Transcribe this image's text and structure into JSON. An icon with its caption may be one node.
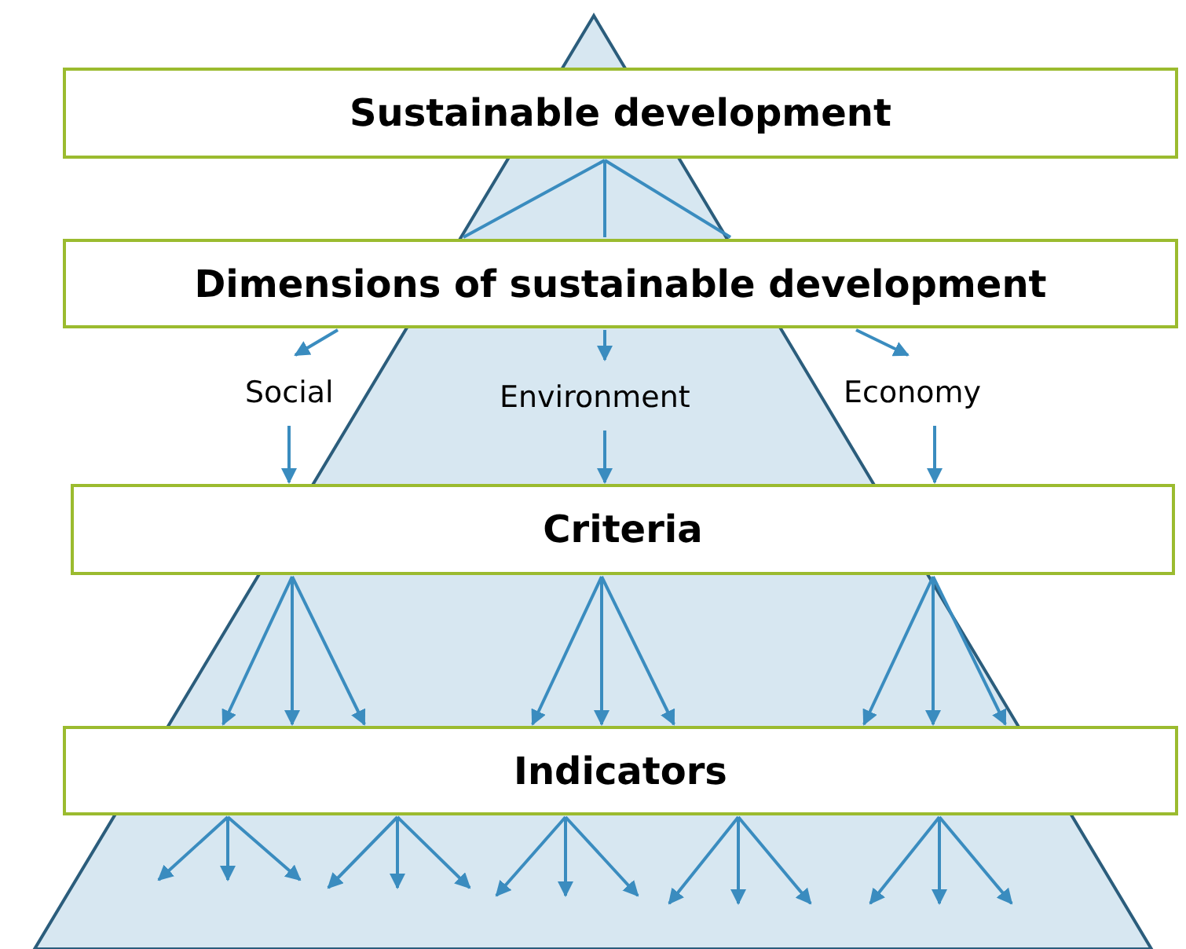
{
  "diagram": {
    "nodes": [
      {
        "text": [
          "Sustainable development"
        ]
      },
      {
        "text": [
          "Dimensions of sustainable development"
        ]
      },
      {
        "text": [
          "Social"
        ]
      },
      {
        "text": [
          "Environment"
        ]
      },
      {
        "text": [
          "Economy"
        ]
      },
      {
        "text": [
          "Criteria"
        ]
      },
      {
        "text": [
          "Indicators"
        ]
      }
    ],
    "edges": [
      {
        "from": 0,
        "to": 1,
        "arrow": "none"
      },
      {
        "from": 1,
        "to": 2,
        "arrow": "to"
      },
      {
        "from": 1,
        "to": 3,
        "arrow": "to"
      },
      {
        "from": 1,
        "to": 4,
        "arrow": "to"
      },
      {
        "from": 2,
        "to": 5,
        "arrow": "to"
      },
      {
        "from": 3,
        "to": 5,
        "arrow": "to"
      },
      {
        "from": 4,
        "to": 5,
        "arrow": "to"
      },
      {
        "from": 5,
        "to": 6,
        "arrow": "to"
      },
      {
        "from": 5,
        "to": 6,
        "arrow": "to"
      },
      {
        "from": 5,
        "to": 6,
        "arrow": "to"
      },
      {
        "from": 5,
        "to": 6,
        "arrow": "to"
      },
      {
        "from": 5,
        "to": 6,
        "arrow": "to"
      },
      {
        "from": 5,
        "to": 6,
        "arrow": "to"
      },
      {
        "from": 5,
        "to": 6,
        "arrow": "to"
      },
      {
        "from": 5,
        "to": 6,
        "arrow": "to"
      },
      {
        "from": 5,
        "to": 6,
        "arrow": "to"
      },
      {
        "from": 6,
        "to": null,
        "arrow": "to"
      },
      {
        "from": 6,
        "to": null,
        "arrow": "to"
      },
      {
        "from": 6,
        "to": null,
        "arrow": "to"
      },
      {
        "from": 6,
        "to": null,
        "arrow": "to"
      },
      {
        "from": 6,
        "to": null,
        "arrow": "to"
      },
      {
        "from": 6,
        "to": null,
        "arrow": "to"
      },
      {
        "from": 6,
        "to": null,
        "arrow": "to"
      },
      {
        "from": 6,
        "to": null,
        "arrow": "to"
      },
      {
        "from": 6,
        "to": null,
        "arrow": "to"
      },
      {
        "from": 6,
        "to": null,
        "arrow": "to"
      },
      {
        "from": 6,
        "to": null,
        "arrow": "to"
      },
      {
        "from": 6,
        "to": null,
        "arrow": "to"
      },
      {
        "from": 6,
        "to": null,
        "arrow": "to"
      },
      {
        "from": 6,
        "to": null,
        "arrow": "to"
      },
      {
        "from": 6,
        "to": null,
        "arrow": "to"
      }
    ]
  }
}
